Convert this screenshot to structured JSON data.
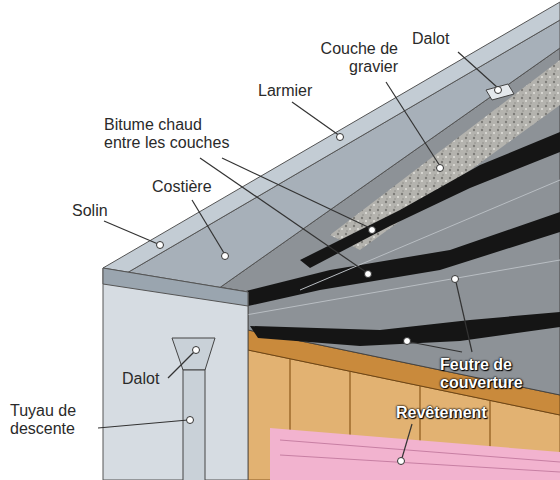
{
  "diagram": {
    "labels": [
      "Dalot",
      "Couche de gravier",
      "Larmier",
      "Bitume chaud entre les couches",
      "Costière",
      "Solin",
      "Dalot",
      "Tuyau de descente",
      "Feutre de couverture",
      "Revêtement"
    ]
  }
}
